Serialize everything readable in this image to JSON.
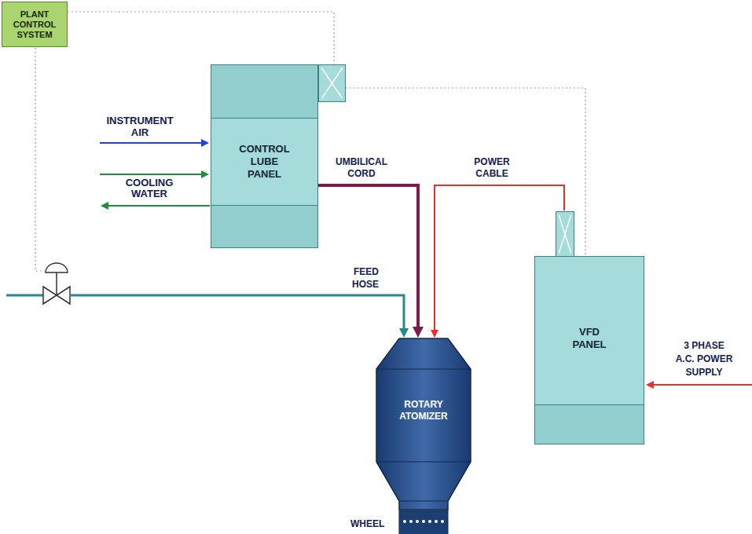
{
  "diagram": {
    "nodes": [
      {
        "text": [
          "PLANT CONTROL SYSTEM"
        ]
      },
      {
        "text": [
          "CONTROL LUBE PANEL"
        ]
      },
      {
        "text": [
          "ROTARY ATOMIZER"
        ]
      },
      {
        "text": [
          "VFD PANEL"
        ]
      }
    ],
    "edges": [
      {
        "from": 0,
        "to": 1,
        "arrow": "none"
      },
      {
        "from": 1,
        "to": 3,
        "arrow": "none"
      },
      {
        "from": 1,
        "to": 2,
        "label": "UMBILICAL CORD",
        "arrow": "to"
      },
      {
        "from": 3,
        "to": 2,
        "label": "POWER CABLE",
        "arrow": "to"
      }
    ],
    "labels": [
      "INSTRUMENT AIR",
      "COOLING WATER",
      "FEED HOSE",
      "3 PHASE A.C. POWER SUPPLY",
      "WHEEL"
    ]
  }
}
